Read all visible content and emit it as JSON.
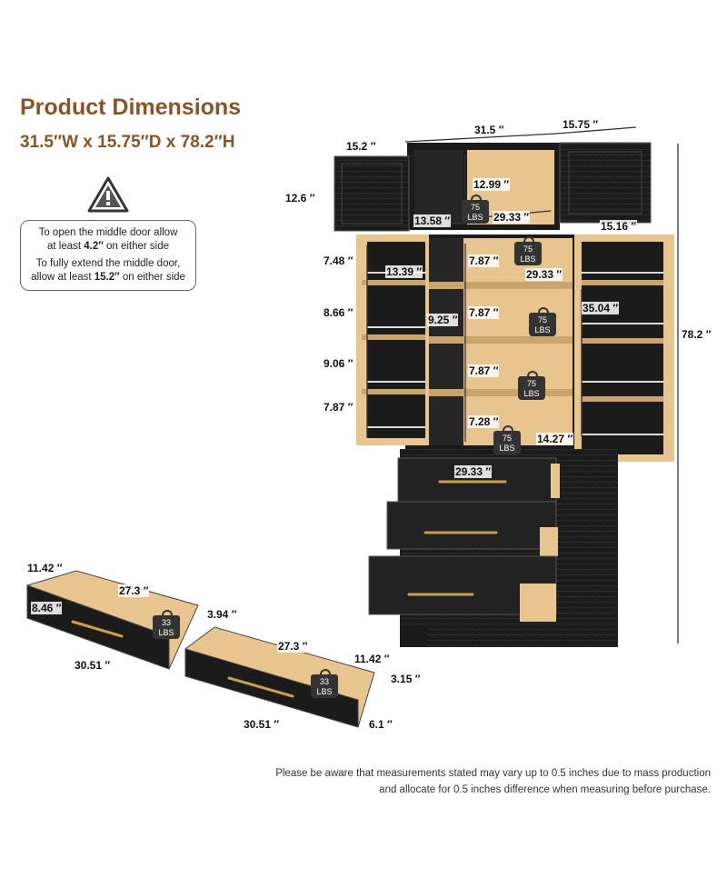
{
  "header": {
    "title": "Product Dimensions",
    "subtitle": "31.5″W x 15.75″D x 78.2″H"
  },
  "warning": {
    "icon": "warning-triangle-icon",
    "line1_pre": "To open the middle door allow",
    "line1_mid": "at least ",
    "line1_value": "4.2″",
    "line1_post": " on either side",
    "line2_pre": "To fully extend the middle door,",
    "line2_mid": "allow at least ",
    "line2_value": "15.2″",
    "line2_post": " on either side"
  },
  "dims": {
    "top_width": "31.5 ″",
    "top_depth": "15.75 ″",
    "door_width": "15.2 ″",
    "upper_height": "12.6 ″",
    "upper_inner_height": "12.99 ″",
    "upper_inner_depth": "13.58 ″",
    "upper_inner_width": "29.33 ″",
    "side_door_width": "15.16 ″",
    "shelf1": "7.48 ″",
    "shelf2": "8.66 ″",
    "shelf3": "9.06 ″",
    "shelf4": "7.87 ″",
    "mid_depth": "13.39 ″",
    "mid_s1": "7.87 ″",
    "mid_s2": "7.87 ″",
    "mid_s3": "7.87 ″",
    "mid_s4": "7.28 ″",
    "mid_width": "29.33 ″",
    "inner_depth_small": "9.25 ″",
    "cabinet_height": "35.04 ″",
    "overall_height": "78.2 ″",
    "bottom_depth": "14.27 ″",
    "drawer_width": "29.33 ″",
    "d1_depth": "11.42 ″",
    "d1_inner": "27.3 ″",
    "d1_height": "8.46 ″",
    "d1_side": "3.94 ″",
    "d1_outer": "30.51 ″",
    "d2_inner": "27.3 ″",
    "d2_depth": "11.42 ″",
    "d2_height": "3.15 ″",
    "d2_outer": "30.51 ″",
    "d2_front": "6.1 ″"
  },
  "weights": {
    "upper": [
      "75",
      "LBS"
    ],
    "shelf_a": [
      "75",
      "LBS"
    ],
    "shelf_b": [
      "75",
      "LBS"
    ],
    "shelf_c": [
      "75",
      "LBS"
    ],
    "shelf_d": [
      "75",
      "LBS"
    ],
    "drawer1": [
      "33",
      "LBS"
    ],
    "drawer2": [
      "33",
      "LBS"
    ]
  },
  "note": "Please be aware that measurements stated may vary up to 0.5 inches due to mass production and allocate for 0.5 inches difference when measuring before purchase.",
  "colors": {
    "title": "#8a5524",
    "cabinet": "#1b1b1b",
    "wood": "#e8c48f"
  }
}
